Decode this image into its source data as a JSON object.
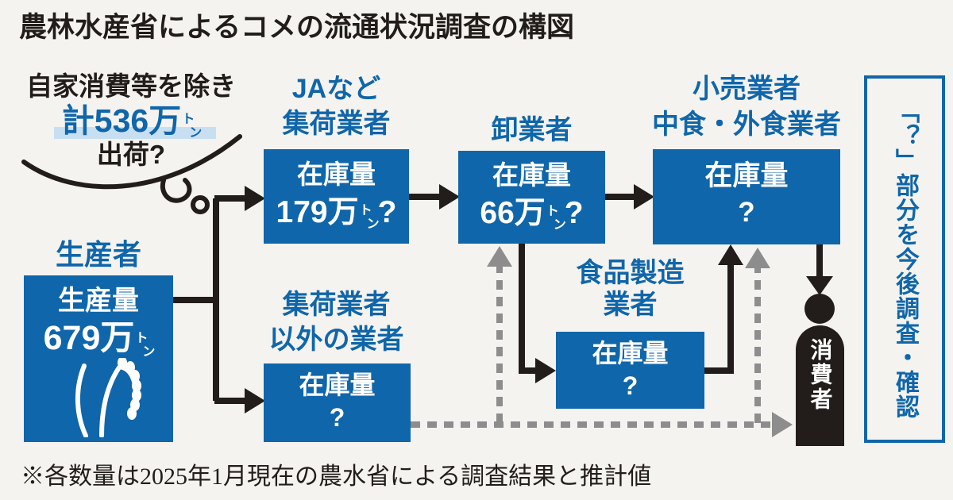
{
  "title": "農林水産省によるコメの流通状況調査の構図",
  "colors": {
    "blue": "#1066aa",
    "highlight_blue": "#c8dff1",
    "black": "#221d1a",
    "dashed_gray": "#8d8d8d",
    "background": "#f4f3f0",
    "box_text": "#ffffff"
  },
  "bubble": {
    "line1": "自家消費等を除き",
    "amount": "計536万",
    "unit": "トン",
    "line3": "出荷?"
  },
  "nodes": {
    "producer": {
      "label": "生産者",
      "box_label": "生産量",
      "amount": "679万",
      "unit": "トン"
    },
    "ja_collector": {
      "label1": "JAなど",
      "label2": "集荷業者",
      "box_label": "在庫量",
      "amount": "179万",
      "unit": "トン",
      "suffix": "?"
    },
    "wholesaler": {
      "label": "卸業者",
      "box_label": "在庫量",
      "amount": "66万",
      "unit": "トン",
      "suffix": "?"
    },
    "retailer": {
      "label1": "小売業者",
      "label2": "中食・外食業者",
      "box_label": "在庫量",
      "suffix": "?"
    },
    "non_collector": {
      "label1": "集荷業者",
      "label2": "以外の業者",
      "box_label": "在庫量",
      "suffix": "?"
    },
    "food_manufacturer": {
      "label1": "食品製造",
      "label2": "業者",
      "box_label": "在庫量",
      "suffix": "?"
    },
    "consumer": {
      "label": "消費者"
    }
  },
  "sidebar": {
    "text": "「？」部分を今後調査・確認"
  },
  "footnote": "※各数量は2025年1月現在の農水省による調査結果と推計値"
}
